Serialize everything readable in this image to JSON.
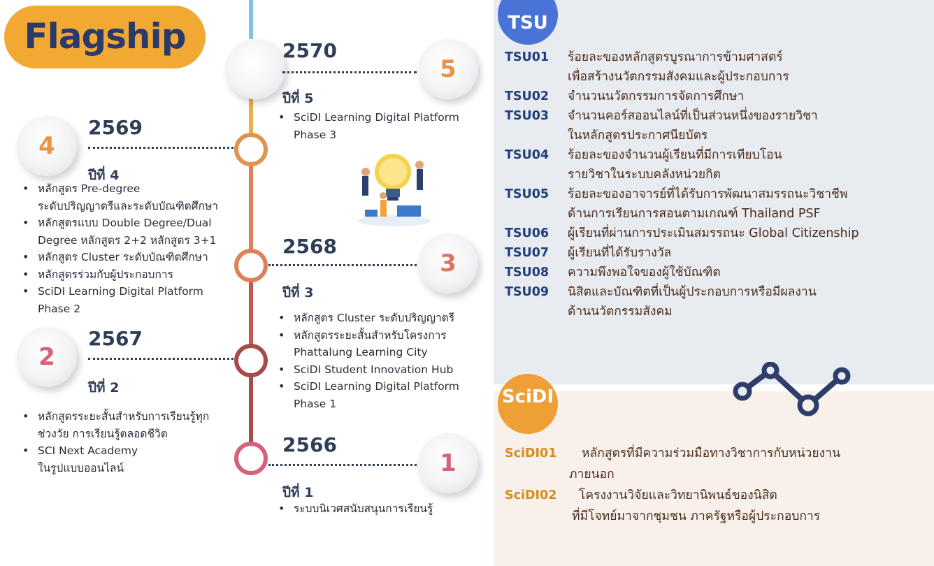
{
  "header": {
    "flagship": "Flagship"
  },
  "colors": {
    "flagship_badge": "#f2a933",
    "tsu_badge": "#4a73d8",
    "scidi_badge": "#ee9f35",
    "tsu_code": "#1f3f79",
    "scidi_code": "#d98a1e",
    "timeline_top": "#7ec4de",
    "timeline_mid": "#e8924a",
    "timeline_low": "#a84a4a",
    "timeline_bottom": "#d8607a"
  },
  "timeline": [
    {
      "num": "5",
      "year": "2570",
      "label": "ปีที่ 5",
      "num_color": "#e8924a",
      "items": [
        "SciDI Learning Digital Platform",
        "Phase 3"
      ]
    },
    {
      "num": "4",
      "year": "2569",
      "label": "ปีที่ 4",
      "num_color": "#e8924a",
      "items": [
        "หลักสูตร Pre-degree",
        "ระดับปริญญาตรีและระดับบัณฑิตศึกษา",
        "หลักสูตรแบบ Double Degree/Dual",
        "Degree หลักสูตร 2+2 หลักสูตร 3+1",
        "หลักสูตร Cluster ระดับบัณฑิตศึกษา",
        "หลักสูตรร่วมกับผู้ประกอบการ",
        "SciDI Learning Digital Platform",
        "Phase 2"
      ]
    },
    {
      "num": "3",
      "year": "2568",
      "label": "ปีที่ 3",
      "num_color": "#e07262",
      "items": [
        "หลักสูตร Cluster ระดับปริญญาตรี",
        "หลักสูตรระยะสั้นสำหรับโครงการ",
        "Phattalung Learning City",
        "SciDI Student Innovation Hub",
        "SciDI Learning Digital Platform",
        "Phase 1"
      ]
    },
    {
      "num": "2",
      "year": "2567",
      "label": "ปีที่ 2",
      "num_color": "#d8607a",
      "items": [
        "หลักสูตรระยะสั้นสำหรับการเรียนรู้ทุก",
        "ช่วงวัย การเรียนรู้ตลอดชีวิต",
        "SCI Next Academy",
        "ในรูปแบบออนไลน์"
      ]
    },
    {
      "num": "1",
      "year": "2566",
      "label": "ปีที่ 1",
      "num_color": "#d8607a",
      "items": [
        "ระบบนิเวศสนับสนุนการเรียนรู้"
      ]
    }
  ],
  "tsu": {
    "badge": "TSU",
    "items": [
      {
        "code": "TSU01",
        "lines": [
          "ร้อยละของหลักสูตรบูรณาการข้ามศาสตร์",
          "เพื่อสร้างนวัตกรรมสังคมและผู้ประกอบการ"
        ]
      },
      {
        "code": "TSU02",
        "lines": [
          "จำนวนนวัตกรรมการจัดการศึกษา"
        ]
      },
      {
        "code": "TSU03",
        "lines": [
          "จำนวนคอร์สออนไลน์ที่เป็นส่วนหนึ่งของรายวิชา",
          "ในหลักสูตรประกาศนียบัตร"
        ]
      },
      {
        "code": "TSU04",
        "lines": [
          "ร้อยละของจำนวนผู้เรียนที่มีการเทียบโอน",
          "รายวิชาในระบบคลังหน่วยกิต"
        ]
      },
      {
        "code": "TSU05",
        "lines": [
          "ร้อยละของอาจารย์ที่ได้รับการพัฒนาสมรรถนะวิชาชีพ",
          "ด้านการเรียนการสอนตามเกณฑ์ Thailand PSF"
        ]
      },
      {
        "code": "TSU06",
        "lines": [
          "ผู้เรียนที่ผ่านการประเมินสมรรถนะ Global Citizenship"
        ]
      },
      {
        "code": "TSU07",
        "lines": [
          "ผู้เรียนที่ได้รับรางวัล"
        ]
      },
      {
        "code": "TSU08",
        "lines": [
          "ความพึงพอใจของผู้ใช้บัณฑิต"
        ]
      },
      {
        "code": "TSU09",
        "lines": [
          "นิสิตและบัณฑิตที่เป็นผู้ประกอบการหรือมีผลงาน",
          "ด้านนวัตกรรมสังคม"
        ]
      }
    ]
  },
  "scidi": {
    "badge": "SciDI",
    "items": [
      {
        "code": "SciDI01",
        "lines": [
          "หลักสูตรที่มีความร่วมมือทางวิชาการกับหน่วยงาน",
          "ภายนอก"
        ]
      },
      {
        "code": "SciDI02",
        "lines": [
          "โครงงานวิจัยและวิทยานิพนธ์ของนิสิต",
          "ที่มีโจทย์มาจากชุมชน ภาครัฐหรือผู้ประกอบการ"
        ]
      }
    ]
  },
  "icons": {
    "illustration": "lightbulb-team-illustration",
    "graph": "line-graph-icon"
  }
}
